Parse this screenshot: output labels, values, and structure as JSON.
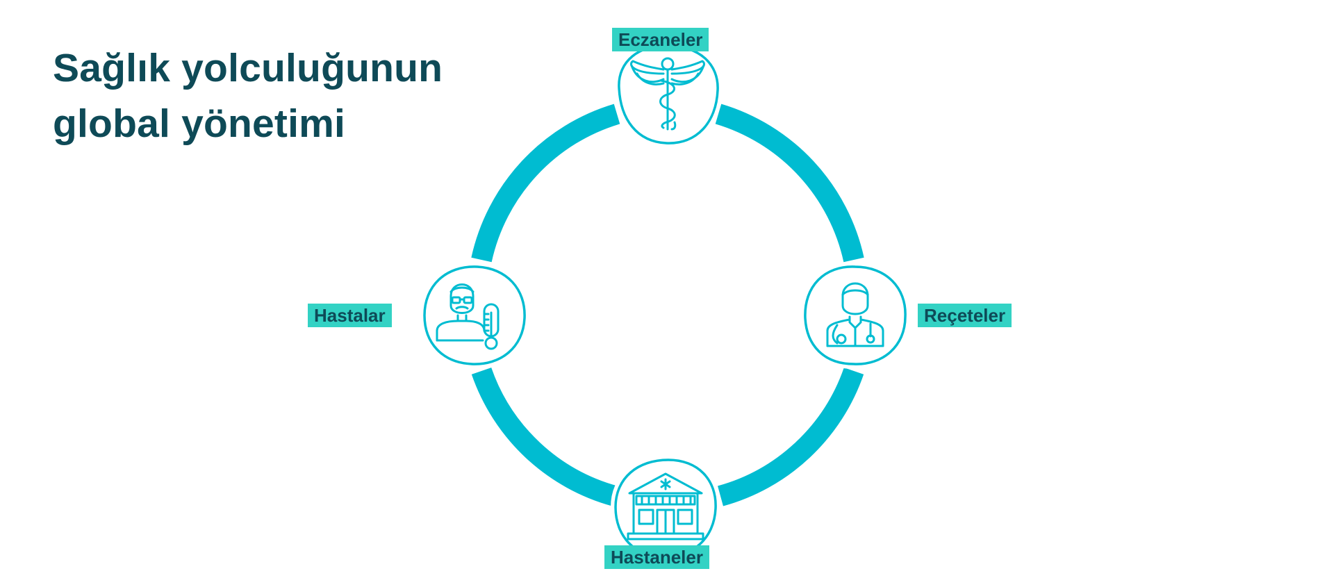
{
  "title": {
    "line1": "Sağlık yolculuğunun",
    "line2": "global yönetimi"
  },
  "colors": {
    "ring": "#00bcd1",
    "label_bg": "#33d2c4",
    "title": "#0e4a57",
    "icon_stroke": "#00bcd1"
  },
  "nodes": [
    {
      "id": "pharmacies",
      "label": "Eczaneler",
      "icon": "caduceus-icon"
    },
    {
      "id": "prescriptions",
      "label": "Reçeteler",
      "icon": "doctor-icon"
    },
    {
      "id": "hospitals",
      "label": "Hastaneler",
      "icon": "hospital-icon"
    },
    {
      "id": "patients",
      "label": "Hastalar",
      "icon": "patient-icon"
    }
  ]
}
